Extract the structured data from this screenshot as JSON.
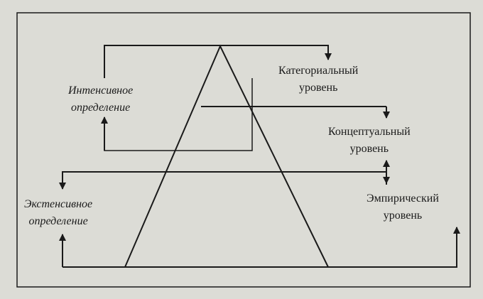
{
  "diagram": {
    "left_labels": {
      "intensive": [
        "Интенсивное",
        "определение"
      ],
      "extensive": [
        "Экстенсивное",
        "определение"
      ]
    },
    "right_labels": {
      "categorical": [
        "Категориальный",
        "уровень"
      ],
      "conceptual": [
        "Концептуальный",
        "уровень"
      ],
      "empirical": [
        "Эмпирический",
        "уровень"
      ]
    }
  },
  "colors": {
    "background": "#dcdcd6",
    "ink": "#1a1a1a"
  }
}
